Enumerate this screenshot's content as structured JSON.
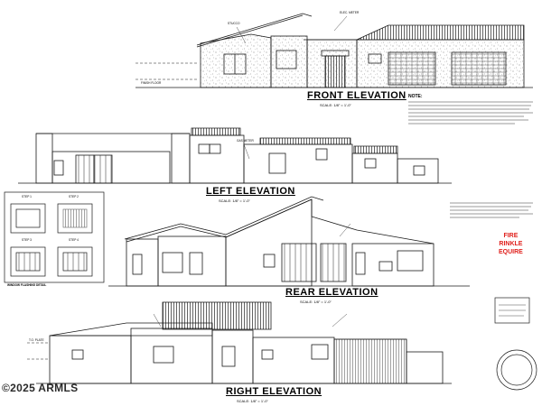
{
  "elevations": {
    "front": {
      "title": "FRONT ELEVATION",
      "scale": "SCALE: 1/8\" = 1'-0\""
    },
    "left": {
      "title": "LEFT ELEVATION",
      "scale": "SCALE: 1/8\" = 1'-0\""
    },
    "rear": {
      "title": "REAR ELEVATION",
      "scale": "SCALE: 1/8\" = 1'-0\""
    },
    "right": {
      "title": "RIGHT ELEVATION",
      "scale": "SCALE: 1/8\" = 1'-0\""
    }
  },
  "notes": {
    "heading": "NOTE:"
  },
  "flashing_detail": {
    "steps": [
      "STEP 1",
      "STEP 2",
      "STEP 3",
      "STEP 4"
    ],
    "title": "WINDOW FLASHING DETAIL"
  },
  "stamp": {
    "lines": [
      "FIRE",
      "RINKLE",
      "EQUIRE"
    ]
  },
  "callouts": {
    "finish_floor": "FINISH FLOOR",
    "stucco": "STUCCO",
    "gas_meter": "GAS METER",
    "electric_meter": "ELEC. METER",
    "top_of_plate": "T.O. PLATE"
  },
  "watermark": "©2025 ARMLS",
  "colors": {
    "line": "#1a1a1a",
    "stamp": "#e0211d",
    "hatch": "#444444"
  }
}
